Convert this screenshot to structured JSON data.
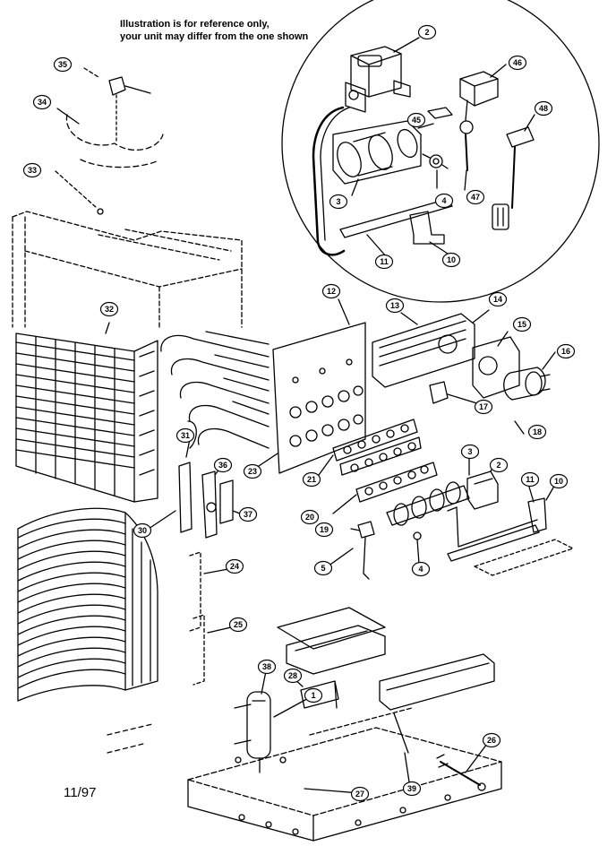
{
  "note": {
    "line1": "Illustration is for reference only,",
    "line2": "your unit may differ from the one shown"
  },
  "date": "11/97",
  "callouts": {
    "c2a": "2",
    "c46a": "46",
    "c48": "48",
    "c45": "45",
    "c3a": "3",
    "c4a": "4",
    "c47": "47",
    "c11a": "11",
    "c10a": "10",
    "c35": "35",
    "c34": "34",
    "c33": "33",
    "c32": "32",
    "c12": "12",
    "c13": "13",
    "c14": "14",
    "c15": "15",
    "c16": "16",
    "c17": "17",
    "c18": "18",
    "c23": "23",
    "c21": "21",
    "c20": "20",
    "c19": "19",
    "c3b": "3",
    "c2b": "2",
    "c11b": "11",
    "c10b": "10",
    "c31": "31",
    "c36": "36",
    "c30": "30",
    "c37": "37",
    "c5": "5",
    "c4b": "4",
    "c24": "24",
    "c25": "25",
    "c38": "38",
    "c28": "28",
    "c1": "1",
    "c26": "26",
    "c27": "27",
    "c39": "39"
  }
}
